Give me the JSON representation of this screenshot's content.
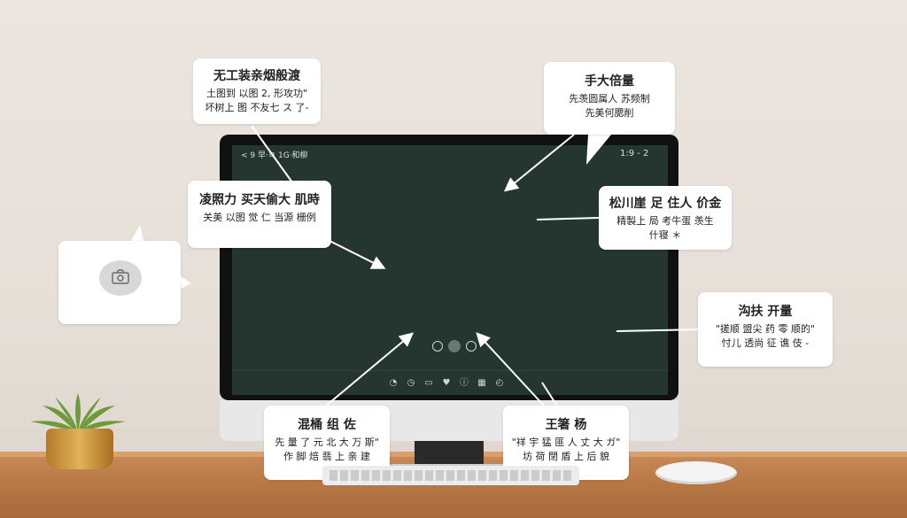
{
  "screen": {
    "top_left": "< 9 早·ㅁ 1G·和柳",
    "top_right": "1:9 - 2"
  },
  "callouts": [
    {
      "title": "无工装亲烟般渡",
      "lines": [
        "土图到 以图 2, 形攻功\"",
        "坏树上 图 不友七 ス 了-"
      ]
    },
    {
      "title": "手大倍量",
      "lines": [
        "先羡圆属人 苏频制",
        "先美何腮削"
      ]
    },
    {
      "title": "凌照力 买天偷大 肌時",
      "lines": [
        "关美 以图 觉 仁 当源 栅例"
      ]
    },
    {
      "title": "松川崖 足 住人 价金",
      "lines": [
        "精製上 局 考牛蛋 羡生",
        "什寝 ＊"
      ]
    },
    {
      "title": "",
      "lines": []
    },
    {
      "title": "沟扶 开量",
      "lines": [
        "\"搓顺 盟尖 药 零 顺的\"",
        "忖儿 透尚 征 谯 伎 -"
      ]
    },
    {
      "title": "混桶 组 佐",
      "lines": [
        "先 量 了 元 北 大 万 斯\"",
        "作 脚 焙 翡 上 亲 建"
      ]
    },
    {
      "title": "王箸 杨",
      "lines": [
        "\"祥 宇 猛 匪 人 丈 大 ガ\"",
        "坊 荷 閉 盾 上 后 貌"
      ]
    }
  ]
}
